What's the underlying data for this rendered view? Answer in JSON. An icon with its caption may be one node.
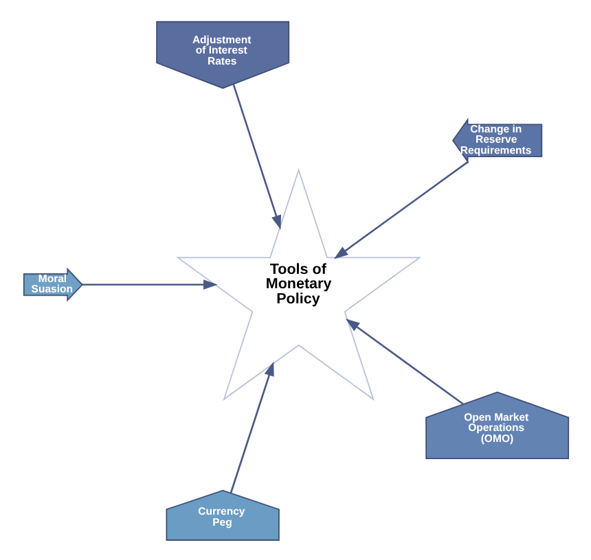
{
  "diagram": {
    "nodes": [
      {
        "text": [
          "Tools of Monetary Policy"
        ]
      },
      {
        "text": [
          "Adjustment of Interest Rates"
        ]
      },
      {
        "text": [
          "Change in Reserve Requirements"
        ]
      },
      {
        "text": [
          "Open Market Operations (OMO)"
        ]
      },
      {
        "text": [
          "Currency Peg"
        ]
      },
      {
        "text": [
          "Moral Suasion"
        ]
      }
    ],
    "edges": [
      {
        "from": 1,
        "to": 0,
        "arrow": "to"
      },
      {
        "from": 2,
        "to": 0,
        "arrow": "to"
      },
      {
        "from": 3,
        "to": 0,
        "arrow": "to"
      },
      {
        "from": 4,
        "to": 0,
        "arrow": "to"
      },
      {
        "from": 5,
        "to": 0,
        "arrow": "to"
      }
    ]
  }
}
